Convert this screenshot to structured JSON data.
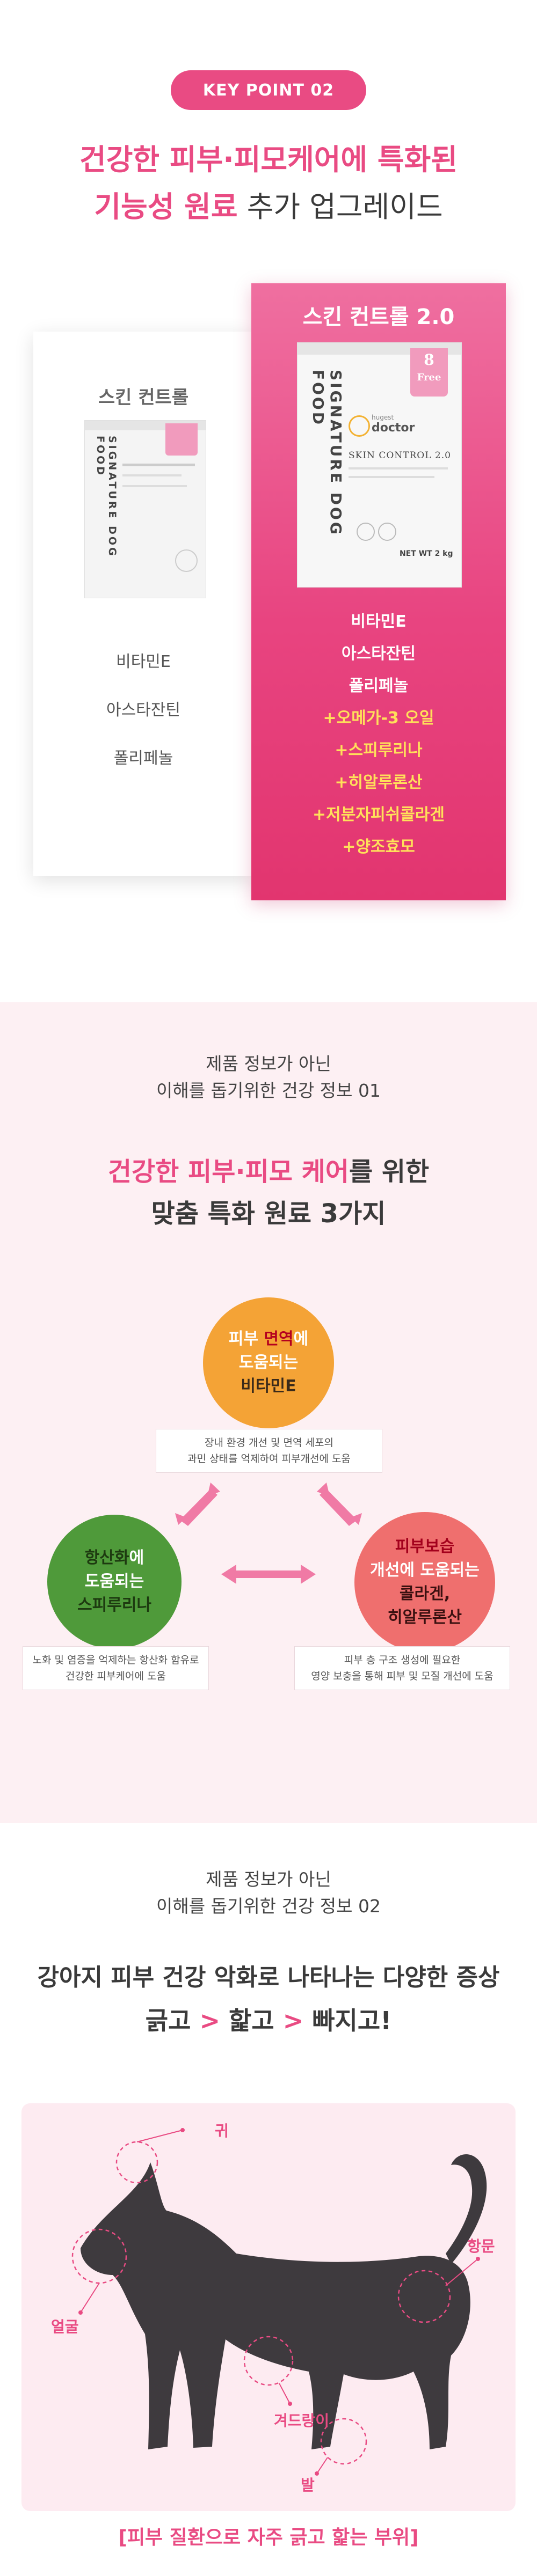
{
  "key_point": "KEY POINT 02",
  "headline": {
    "line1": "건강한 피부·피모케어에 특화된",
    "line2_pink": "기능성 원료",
    "line2_rest": " 추가 업그레이드"
  },
  "old_product": {
    "title": "스킨 컨트롤",
    "bag_side_text": "SIGNATURE DOG FOOD",
    "ingredients": [
      "비타민E",
      "아스타잔틴",
      "폴리페놀"
    ]
  },
  "new_product": {
    "title": "스킨 컨트롤 2.0",
    "bag_side_text": "SIGNATURE DOG FOOD",
    "bag_tag_number": "8",
    "bag_tag_word": "Free",
    "bag_brand_small": "hugest",
    "bag_brand": "doctor",
    "bag_product": "SKIN CONTROL 2.0",
    "bag_weight": "NET WT 2 kg",
    "ingredients": [
      "비타민E",
      "아스타잔틴",
      "폴리페놀"
    ],
    "added_ingredients": [
      "+오메가-3 오일",
      "+스피루리나",
      "+히알루론산",
      "+저분자피쉬콜라겐",
      "+양조효모"
    ]
  },
  "section2": {
    "sub_line1": "제품 정보가 아닌",
    "sub_line2": "이해를 돕기위한 건강 정보 01",
    "title_pink": "건강한 피부·피모 케어",
    "title_rest": "를 위한",
    "title_line2": "맞춤 특화 원료 3가지",
    "circle_top": {
      "l1a": "피부 ",
      "l1b": "면역",
      "l1c": "에",
      "l2": "도움되는",
      "l3": "비타민E"
    },
    "caption_top": [
      "장내 환경 개선 및 면역 세포의",
      "과민 상태를 억제하여 피부개선에 도움"
    ],
    "circle_left": {
      "l1a": "항산화",
      "l1b": "에",
      "l2": "도움되는",
      "l3": "스피루리나"
    },
    "caption_left": [
      "노화 및 염증을 억제하는 항산화 함유로",
      "건강한 피부케어에 도움"
    ],
    "circle_right": {
      "l1": "피부보습",
      "l2": "개선에 도움되는",
      "l3": "콜라겐,",
      "l4": "히알루론산"
    },
    "caption_right": [
      "피부 층 구조 생성에 필요한",
      "영양 보충을 통해 피부 및 모질 개선에 도움"
    ],
    "colors": {
      "orange": "#f4a336",
      "green": "#4f9a3a",
      "red": "#ef6f6e",
      "arrow": "#f07aa5"
    }
  },
  "section3": {
    "sub_line1": "제품 정보가 아닌",
    "sub_line2": "이해를 돕기위한 건강 정보 02",
    "title": "강아지 피부 건강 악화로 나타나는 다양한 증상",
    "symptom1": "긁고",
    "symptom2": "핥고",
    "symptom3": "빠지고!",
    "sep": ">",
    "labels": {
      "ear": "귀",
      "face": "얼굴",
      "anus": "항문",
      "armpit": "겨드랑이",
      "paw": "발"
    },
    "footer": "[피부 질환으로 자주 긁고 핥는 부위]"
  }
}
